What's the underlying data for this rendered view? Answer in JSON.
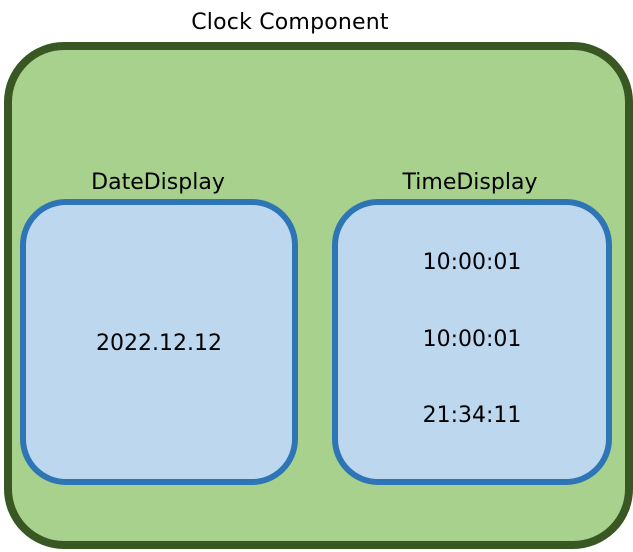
{
  "diagram": {
    "title": "Clock Component",
    "date_display": {
      "label": "DateDisplay",
      "value": "2022.12.12"
    },
    "time_display": {
      "label": "TimeDisplay",
      "values": [
        "10:00:01",
        "10:00:01",
        "21:34:11"
      ]
    }
  },
  "colors": {
    "outer_fill": "#a9d18e",
    "outer_border": "#385723",
    "inner_fill": "#bdd7ee",
    "inner_border": "#2e75b6"
  }
}
